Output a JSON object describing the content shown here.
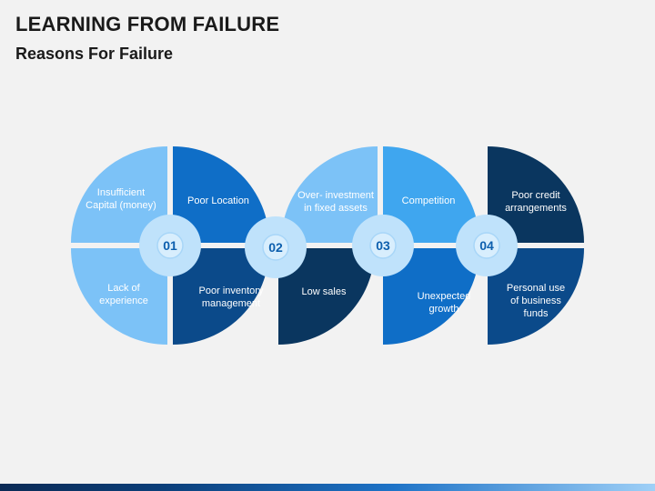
{
  "title": "LEARNING FROM FAILURE",
  "subtitle": "Reasons For Failure",
  "colors": {
    "light": "#7cc2f7",
    "sky": "#3fa6ef",
    "mid": "#0f6ec7",
    "navy": "#0b4a8a",
    "dark": "#0a365f",
    "badge_outer": "#bfe2fb",
    "badge_inner": "#d8eefd",
    "badge_text": "#0d5fae"
  },
  "diagram": {
    "badges": [
      "01",
      "02",
      "03",
      "04"
    ],
    "segments": [
      {
        "text": "Insufficient\nCapital (money)",
        "color": "light"
      },
      {
        "text": "Poor Location",
        "color": "mid"
      },
      {
        "text": "Lack of\nexperience",
        "color": "light"
      },
      {
        "text": "Poor inventory\nmanagement",
        "color": "navy"
      },
      {
        "text": "Over- investment\nin fixed assets",
        "color": "light"
      },
      {
        "text": "Low sales",
        "color": "dark"
      },
      {
        "text": "Competition",
        "color": "sky"
      },
      {
        "text": "Unexpected\ngrowth",
        "color": "mid"
      },
      {
        "text": "Poor credit\narrangements",
        "color": "dark"
      },
      {
        "text": "Personal use\nof business\nfunds",
        "color": "navy"
      }
    ]
  }
}
